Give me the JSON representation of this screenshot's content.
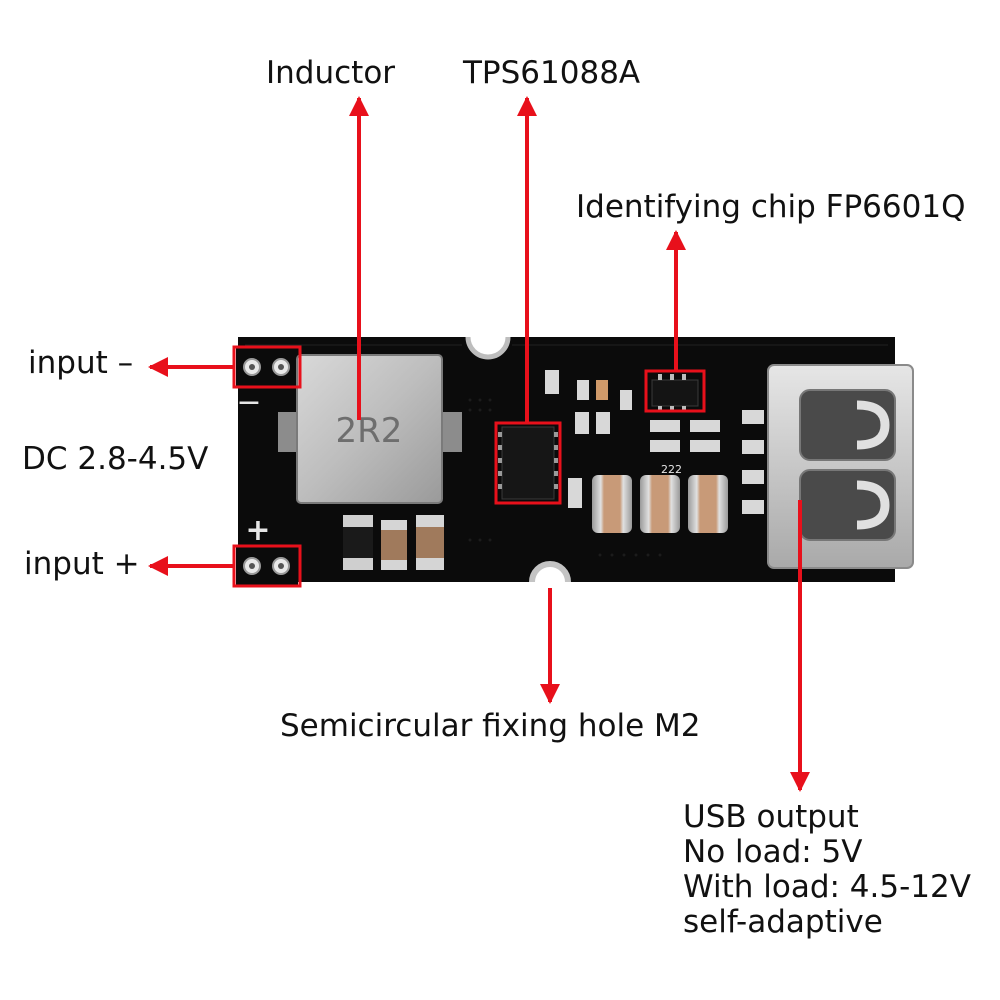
{
  "labels": {
    "inductor": "Inductor",
    "tps": "TPS61088A",
    "identifying_chip": "Identifying chip FP6601Q",
    "input_minus": "input –",
    "dc_range": "DC 2.8-4.5V",
    "input_plus": "input +",
    "fixing_hole": "Semicircular fixing hole M2",
    "usb_output": [
      "USB output",
      "No load: 5V",
      "With load: 4.5-12V",
      "self-adaptive"
    ]
  },
  "board_markings": {
    "inductor_code": "2R2",
    "minus_sign": "−",
    "plus_sign": "+",
    "resistor_code": "222"
  },
  "colors": {
    "annotation_red": "#e8101b",
    "board_black": "#0b0b0b",
    "text": "#111111"
  }
}
